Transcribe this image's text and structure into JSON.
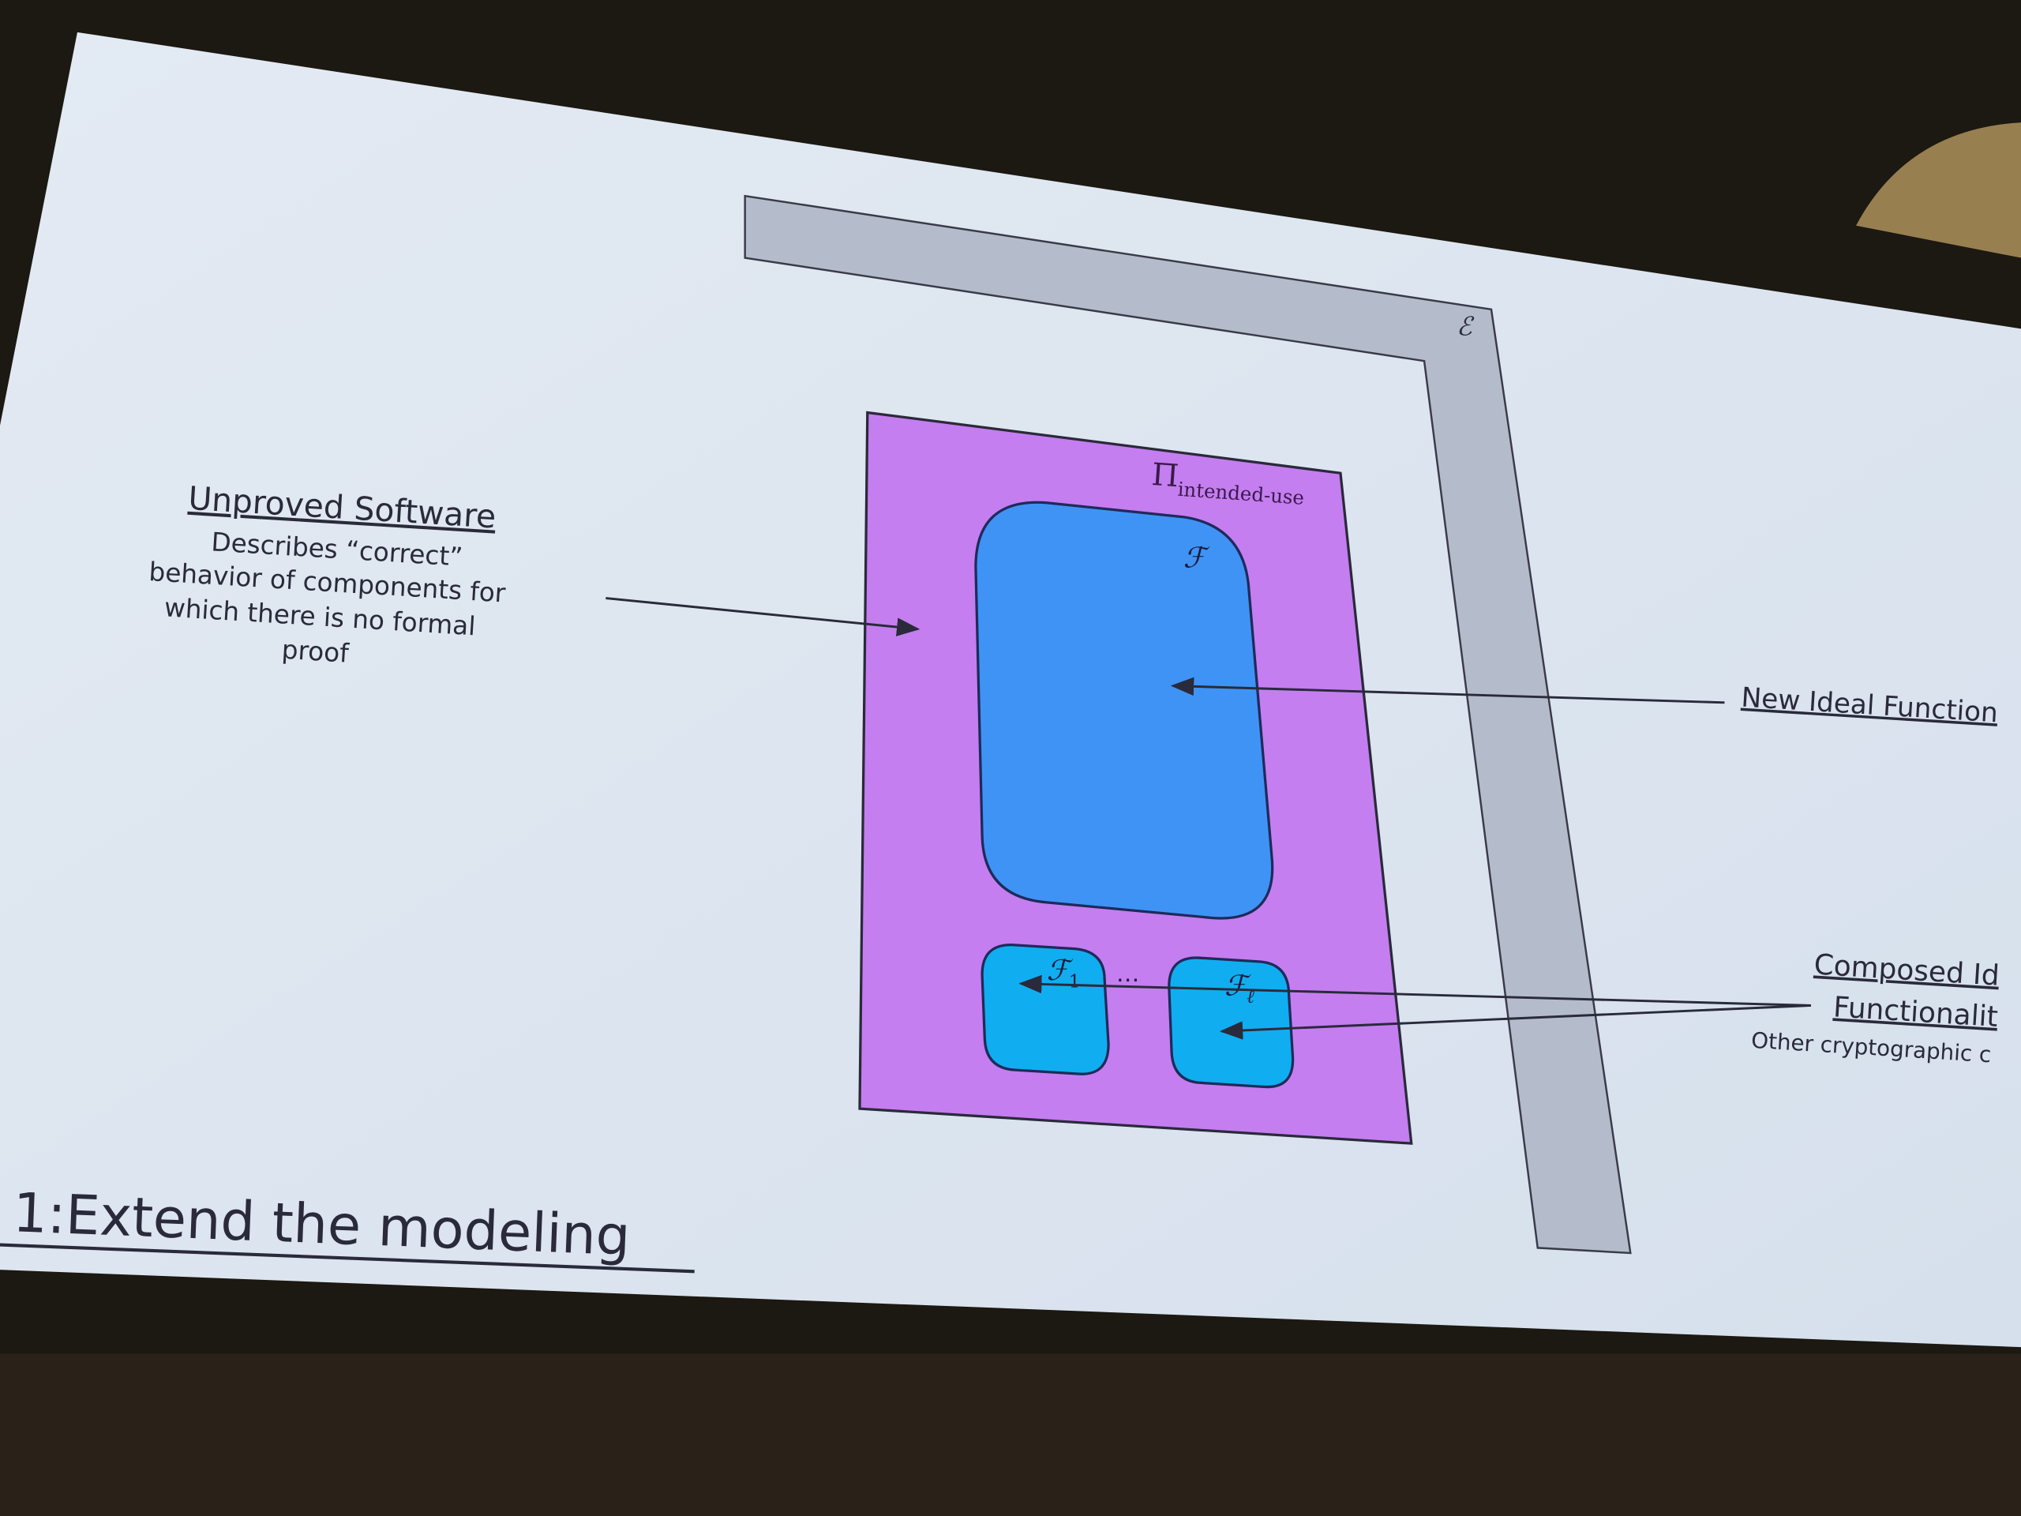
{
  "slide": {
    "title": "1:Extend the modeling",
    "colors": {
      "slide_bg": "#dde6f0",
      "environment": "#b4bccb",
      "protocol": "#c47ef0",
      "ideal": "#3f93f5",
      "sub_ideal": "#10aef0",
      "ink": "#2a2a3a"
    },
    "diagram": {
      "environment_label": "ℰ",
      "protocol_label_main": "Π",
      "protocol_label_sub": "intended-use",
      "ideal_label": "ℱ",
      "sub1_label": "ℱ",
      "sub1_index": "1",
      "sub_ellipsis": "⋯",
      "sub2_label": "ℱ",
      "sub2_index": "ℓ"
    },
    "left_annotation": {
      "heading": "Unproved Software",
      "lines": [
        "Describes “correct”",
        "behavior of components for",
        "which there is no formal",
        "proof"
      ]
    },
    "right_annotations": {
      "new_ideal": "New Ideal Function",
      "composed_line1": "Composed Id",
      "composed_line2": "Functionalit",
      "composed_sub": "Other cryptographic c"
    }
  }
}
